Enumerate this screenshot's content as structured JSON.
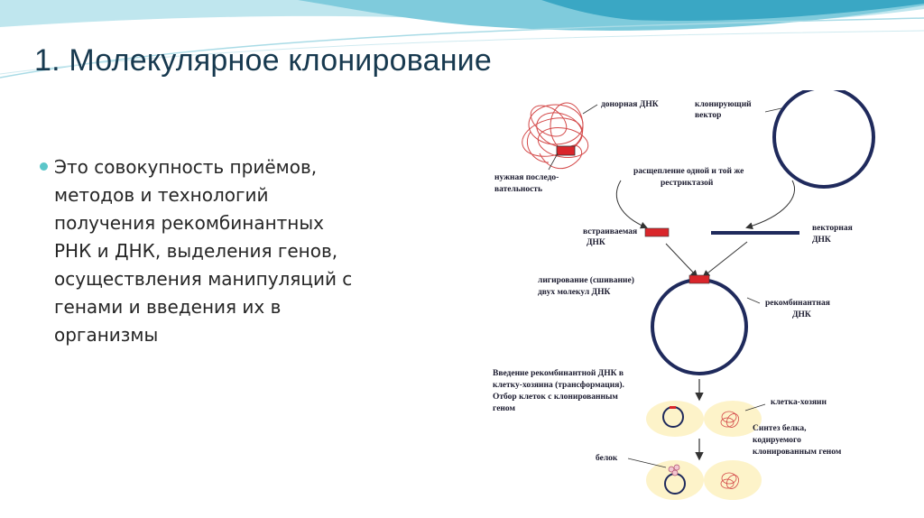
{
  "slide": {
    "title": "1. Молекулярное клонирование",
    "bullet_lines": [
      "Это совокупность приёмов,",
      "методов и технологий",
      "получения рекомбинантных",
      "РНК и ДНК, выделения генов,",
      "осуществления манипуляций с",
      "генами и введения их в",
      "организмы"
    ]
  },
  "diagram": {
    "labels": {
      "donor_dna": "донорная ДНК",
      "cloning_vector_1": "клонирующий",
      "cloning_vector_2": "вектор",
      "needed_seq_1": "нужная последо-",
      "needed_seq_2": "вательность",
      "cleavage_1": "расщепление одной и той же",
      "cleavage_2": "рестриктазой",
      "insert_dna_1": "встраиваемая",
      "insert_dna_2": "ДНК",
      "vector_dna_1": "векторная",
      "vector_dna_2": "ДНК",
      "ligation_1": "лигирование (сшивание)",
      "ligation_2": "двух молекул ДНК",
      "recombinant_1": "рекомбинантная",
      "recombinant_2": "ДНК",
      "intro_1": "Введение рекомбинантной ДНК в",
      "intro_2": "клетку-хозяина (трансформация).",
      "intro_3": "Отбор клеток с клонированным",
      "intro_4": "геном",
      "host_cell": "клетка-хозяин",
      "synthesis_1": "Синтез белка,",
      "synthesis_2": "кодируемого",
      "synthesis_3": "клонированным геном",
      "protein": "белок"
    },
    "colors": {
      "dna_ring": "#1f2a5c",
      "insert": "#d9262b",
      "donor_coil": "#d44a4a",
      "cell_bg": "#fdf3c9",
      "accent": "#5bc6c9"
    }
  }
}
